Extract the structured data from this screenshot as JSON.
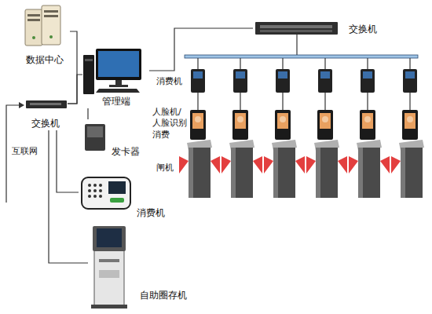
{
  "diagram": {
    "nodes": [
      {
        "text": [
          "数据中心"
        ]
      },
      {
        "text": [
          "交换机"
        ]
      },
      {
        "text": [
          "管理端"
        ]
      },
      {
        "text": [
          "发卡器"
        ]
      },
      {
        "text": [
          "消费机"
        ]
      },
      {
        "text": [
          "自助圈存机"
        ]
      },
      {
        "text": [
          "交换机"
        ]
      }
    ],
    "edges": [
      {
        "from": 1,
        "to": 0,
        "arrow": "none"
      },
      {
        "from": 1,
        "to": 2,
        "arrow": "none"
      },
      {
        "from": 2,
        "to": 3,
        "arrow": "none"
      },
      {
        "from": 1,
        "to": 4,
        "arrow": "none"
      },
      {
        "from": 1,
        "to": 5,
        "arrow": "none"
      },
      {
        "from": 6,
        "to": 2,
        "arrow": "none"
      }
    ],
    "labels": [
      "互联网",
      "消费机",
      "人脸机/ 人脸识别 消费",
      "闸机"
    ]
  }
}
